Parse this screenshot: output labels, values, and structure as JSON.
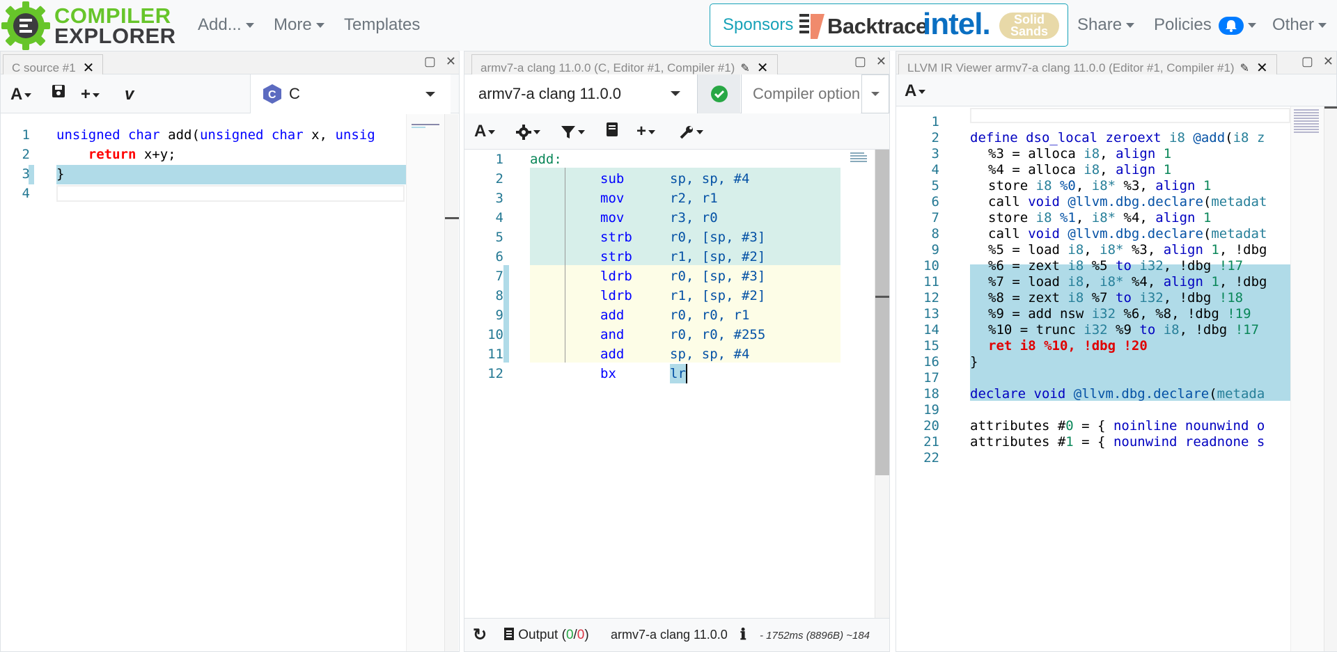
{
  "navbar": {
    "logo_top": "COMPILER",
    "logo_bottom": "EXPLORER",
    "add_label": "Add...",
    "more_label": "More",
    "templates_label": "Templates",
    "sponsors_label": "Sponsors",
    "sponsor_backtrace": "Backtrace",
    "sponsor_intel": "intel.",
    "sponsor_solid": "Solid Sands",
    "share_label": "Share",
    "policies_label": "Policies",
    "other_label": "Other"
  },
  "colors": {
    "accent": "#67c52a",
    "brand_dark": "#3c3c3f",
    "sponsor_border": "#17a2b8",
    "highlight_blue": "#b0dbe8",
    "highlight_teal": "#d7efea",
    "highlight_yellow": "#fdfde7",
    "success": "#28a745"
  },
  "source_pane": {
    "tab_title": "C source #1",
    "language": "C",
    "lines": [
      {
        "n": "1"
      },
      {
        "n": "2"
      },
      {
        "n": "3"
      },
      {
        "n": "4"
      }
    ]
  },
  "compiler_pane": {
    "tab_title": "armv7-a clang 11.0.0 (C, Editor #1, Compiler #1)",
    "compiler_name": "armv7-a clang 11.0.0",
    "options_placeholder": "Compiler options...",
    "label": "add:",
    "asm": [
      {
        "n": "1"
      },
      {
        "n": "2",
        "op": "sub",
        "args": "sp, sp, #4"
      },
      {
        "n": "3",
        "op": "mov",
        "args": "r2, r1"
      },
      {
        "n": "4",
        "op": "mov",
        "args": "r3, r0"
      },
      {
        "n": "5",
        "op": "strb",
        "args": "r0, [sp, #3]"
      },
      {
        "n": "6",
        "op": "strb",
        "args": "r1, [sp, #2]"
      },
      {
        "n": "7",
        "op": "ldrb",
        "args": "r0, [sp, #3]"
      },
      {
        "n": "8",
        "op": "ldrb",
        "args": "r1, [sp, #2]"
      },
      {
        "n": "9",
        "op": "add",
        "args": "r0, r0, r1"
      },
      {
        "n": "10",
        "op": "and",
        "args": "r0, r0, #255"
      },
      {
        "n": "11",
        "op": "add",
        "args": "sp, sp, #4"
      },
      {
        "n": "12",
        "op": "bx",
        "args": "lr"
      }
    ],
    "status": {
      "output_label": "Output (",
      "output_ok": "0",
      "output_sep": "/",
      "output_err": "0",
      "output_close": ")",
      "compiler": "armv7-a clang 11.0.0",
      "timing": "- 1752ms (8896B) ~184"
    }
  },
  "ir_pane": {
    "tab_title": "LLVM IR Viewer armv7-a clang 11.0.0 (Editor #1, Compiler #1)",
    "line_numbers": [
      "1",
      "2",
      "3",
      "4",
      "5",
      "6",
      "7",
      "8",
      "9",
      "10",
      "11",
      "12",
      "13",
      "14",
      "15",
      "16",
      "17",
      "18",
      "19",
      "20",
      "21",
      "22"
    ]
  }
}
